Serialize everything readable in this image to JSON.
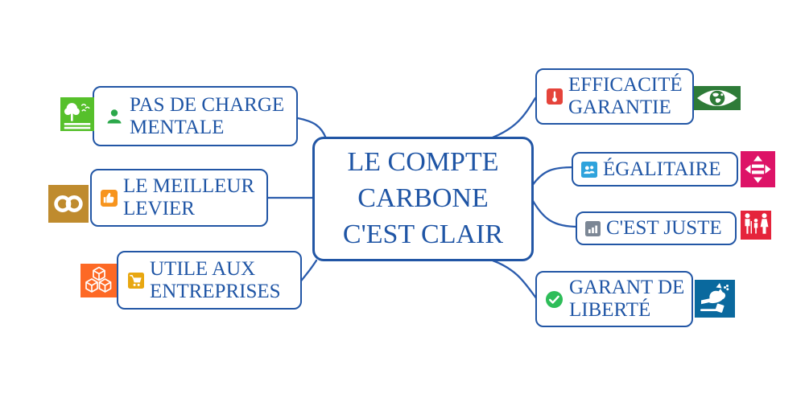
{
  "central": {
    "label": "LE COMPTE CARBONE C'EST CLAIR"
  },
  "branches": [
    {
      "label": "PAS DE CHARGE MENTALE",
      "inner_icon": "person-icon",
      "outer_icon": "forest-icon"
    },
    {
      "label": "LE MEILLEUR LEVIER",
      "inner_icon": "thumbs-up-icon",
      "outer_icon": "infinity-icon"
    },
    {
      "label": "UTILE AUX ENTREPRISES",
      "inner_icon": "shopping-cart-icon",
      "outer_icon": "cubes-icon"
    },
    {
      "label": "EFFICACITÉ GARANTIE",
      "inner_icon": "thermometer-icon",
      "outer_icon": "eye-globe-icon"
    },
    {
      "label": "ÉGALITAIRE",
      "inner_icon": "people-icon",
      "outer_icon": "equality-arrows-icon"
    },
    {
      "label": "C'EST JUSTE",
      "inner_icon": "bar-chart-icon",
      "outer_icon": "family-icon"
    },
    {
      "label": "GARANT DE LIBERTÉ",
      "inner_icon": "check-icon",
      "outer_icon": "dove-justice-icon"
    }
  ],
  "colors": {
    "connector_blue": "#2b5cad",
    "border_blue": "#2256a5",
    "text_blue": "#1f55a5",
    "forest_green": "#56c02b",
    "person_green": "#2ba84a",
    "infinity_gold": "#bf8b2e",
    "thumb_orange": "#f7941d",
    "cart_gold": "#e8a711",
    "cubes_orange": "#fd6925",
    "thermometer_red": "#e5443b",
    "eye_green": "#2e7b38",
    "people_blue": "#2fa3dc",
    "equality_magenta": "#dd1367",
    "chart_gray": "#7c8795",
    "family_red": "#e5243b",
    "check_green": "#2ebd59",
    "dove_blue": "#0a699e"
  }
}
